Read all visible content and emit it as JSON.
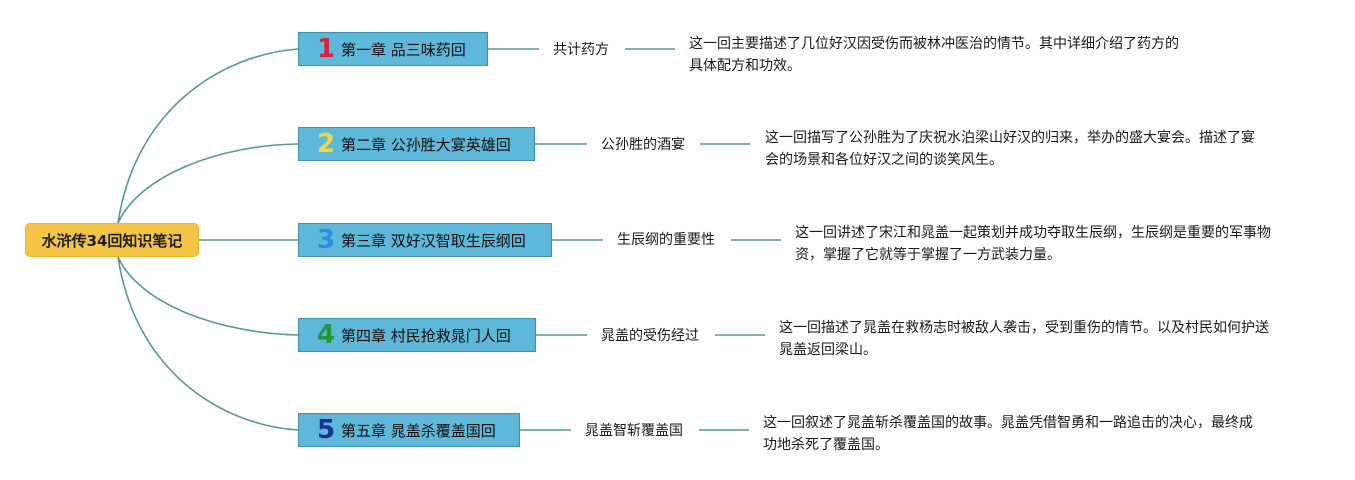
{
  "root": {
    "label": "水浒传34回知识笔记"
  },
  "branches": [
    {
      "number": "1",
      "number_color": "#d8233a",
      "chapter": "第一章 品三味药回",
      "topic": "共计药方",
      "desc_lines": [
        "这一回主要描述了几位好汉因受伤而被林冲医治的情节。其中详细介绍了药方的",
        "具体配方和功效。"
      ]
    },
    {
      "number": "2",
      "number_color": "#f1d54a",
      "chapter": "第二章 公孙胜大宴英雄回",
      "topic": "公孙胜的酒宴",
      "desc_lines": [
        "这一回描写了公孙胜为了庆祝水泊梁山好汉的归来，举办的盛大宴会。描述了宴",
        "会的场景和各位好汉之间的谈笑风生。"
      ]
    },
    {
      "number": "3",
      "number_color": "#2e8fe0",
      "chapter": "第三章 双好汉智取生辰纲回",
      "topic": "生辰纲的重要性",
      "desc_lines": [
        "这一回讲述了宋江和晁盖一起策划并成功夺取生辰纲，生辰纲是重要的军事物",
        "资，掌握了它就等于掌握了一方武装力量。"
      ]
    },
    {
      "number": "4",
      "number_color": "#1f9a3a",
      "chapter": "第四章 村民抢救晁门人回",
      "topic": "晁盖的受伤经过",
      "desc_lines": [
        "这一回描述了晁盖在救杨志时被敌人袭击，受到重伤的情节。以及村民如何护送",
        "晁盖返回梁山。"
      ]
    },
    {
      "number": "5",
      "number_color": "#1b2f8f",
      "chapter": "第五章 晁盖杀覆盖国回",
      "topic": "晁盖智斩覆盖国",
      "desc_lines": [
        "这一回叙述了晁盖斩杀覆盖国的故事。晁盖凭借智勇和一路追击的决心，最终成",
        "功地杀死了覆盖国。"
      ]
    }
  ],
  "colors": {
    "connector": "#5a9a86",
    "root_fill": "#f6c445",
    "chapter_fill": "#5eb8d9"
  }
}
